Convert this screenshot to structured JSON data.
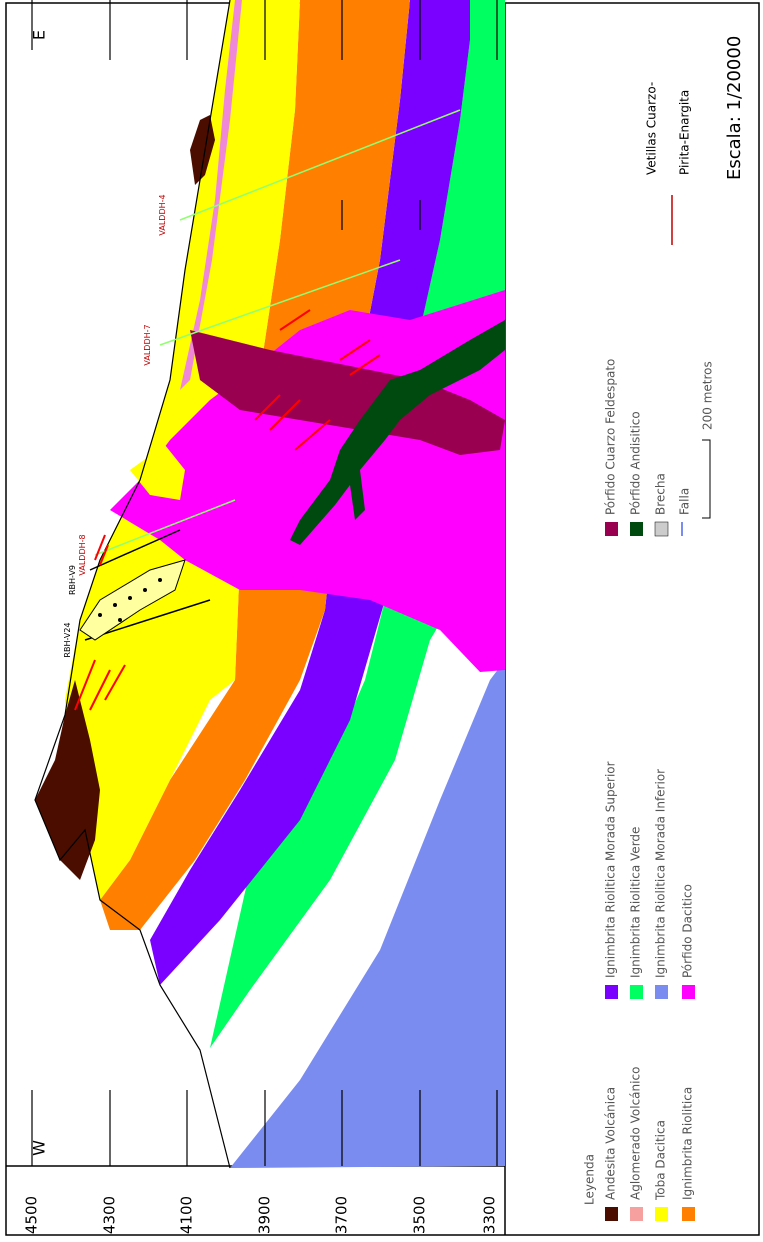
{
  "section": {
    "west_label": "W",
    "east_label": "E",
    "elevation_ticks": [
      "4500",
      "4300",
      "4100",
      "3900",
      "3700",
      "3500",
      "3300"
    ]
  },
  "drillholes": [
    "RBH-V24",
    "RBH-V9",
    "VALDDH-8",
    "VALDDH-7",
    "VALDDH-4"
  ],
  "legend": {
    "title": "Leyenda",
    "units": [
      {
        "label": "Andesita Volcánica",
        "color": "#4a0d00"
      },
      {
        "label": "Aglomerado Volcánico",
        "color": "#f7a0a0"
      },
      {
        "label": "Toba Dacitica",
        "color": "#ffff00"
      },
      {
        "label": "Ignimbrita Riolitica",
        "color": "#ff8000"
      },
      {
        "label": "Ignimbrita Riolitica Morada Superior",
        "color": "#7a00ff"
      },
      {
        "label": "Ignimbrita Riolitica Verde",
        "color": "#00ff60"
      },
      {
        "label": "Ignimbrita Riolitica Morada Inferior",
        "color": "#7b8cf0"
      },
      {
        "label": "Pórfido Dacitico",
        "color": "#ff00ff"
      },
      {
        "label": "Pórfido Cuarzo Feldespato",
        "color": "#990050"
      },
      {
        "label": "Pórfido Andisitico",
        "color": "#004a10"
      },
      {
        "label": "Brecha",
        "color": "#cccccc"
      }
    ],
    "falla_label": "Falla",
    "scale_bar_label": "200 metros",
    "veins_label_1": "Vetillas Cuarzo-",
    "veins_label_2": "Pirita-Enargita",
    "scale_text": "Escala: 1/20000"
  },
  "colors": {
    "andesita": "#4a0d00",
    "aglomerado": "#f088d8",
    "toba": "#ffff00",
    "ign_naranja": "#ff8000",
    "ign_morada_sup": "#7a00ff",
    "ign_verde": "#00ff60",
    "ign_morada_inf": "#7b8cf0",
    "porfido_dacitico": "#ff00ff",
    "porfido_cuarzo": "#990050",
    "porfido_andesitico": "#004a10",
    "vein": "#ff0000",
    "grid": "#000000"
  }
}
